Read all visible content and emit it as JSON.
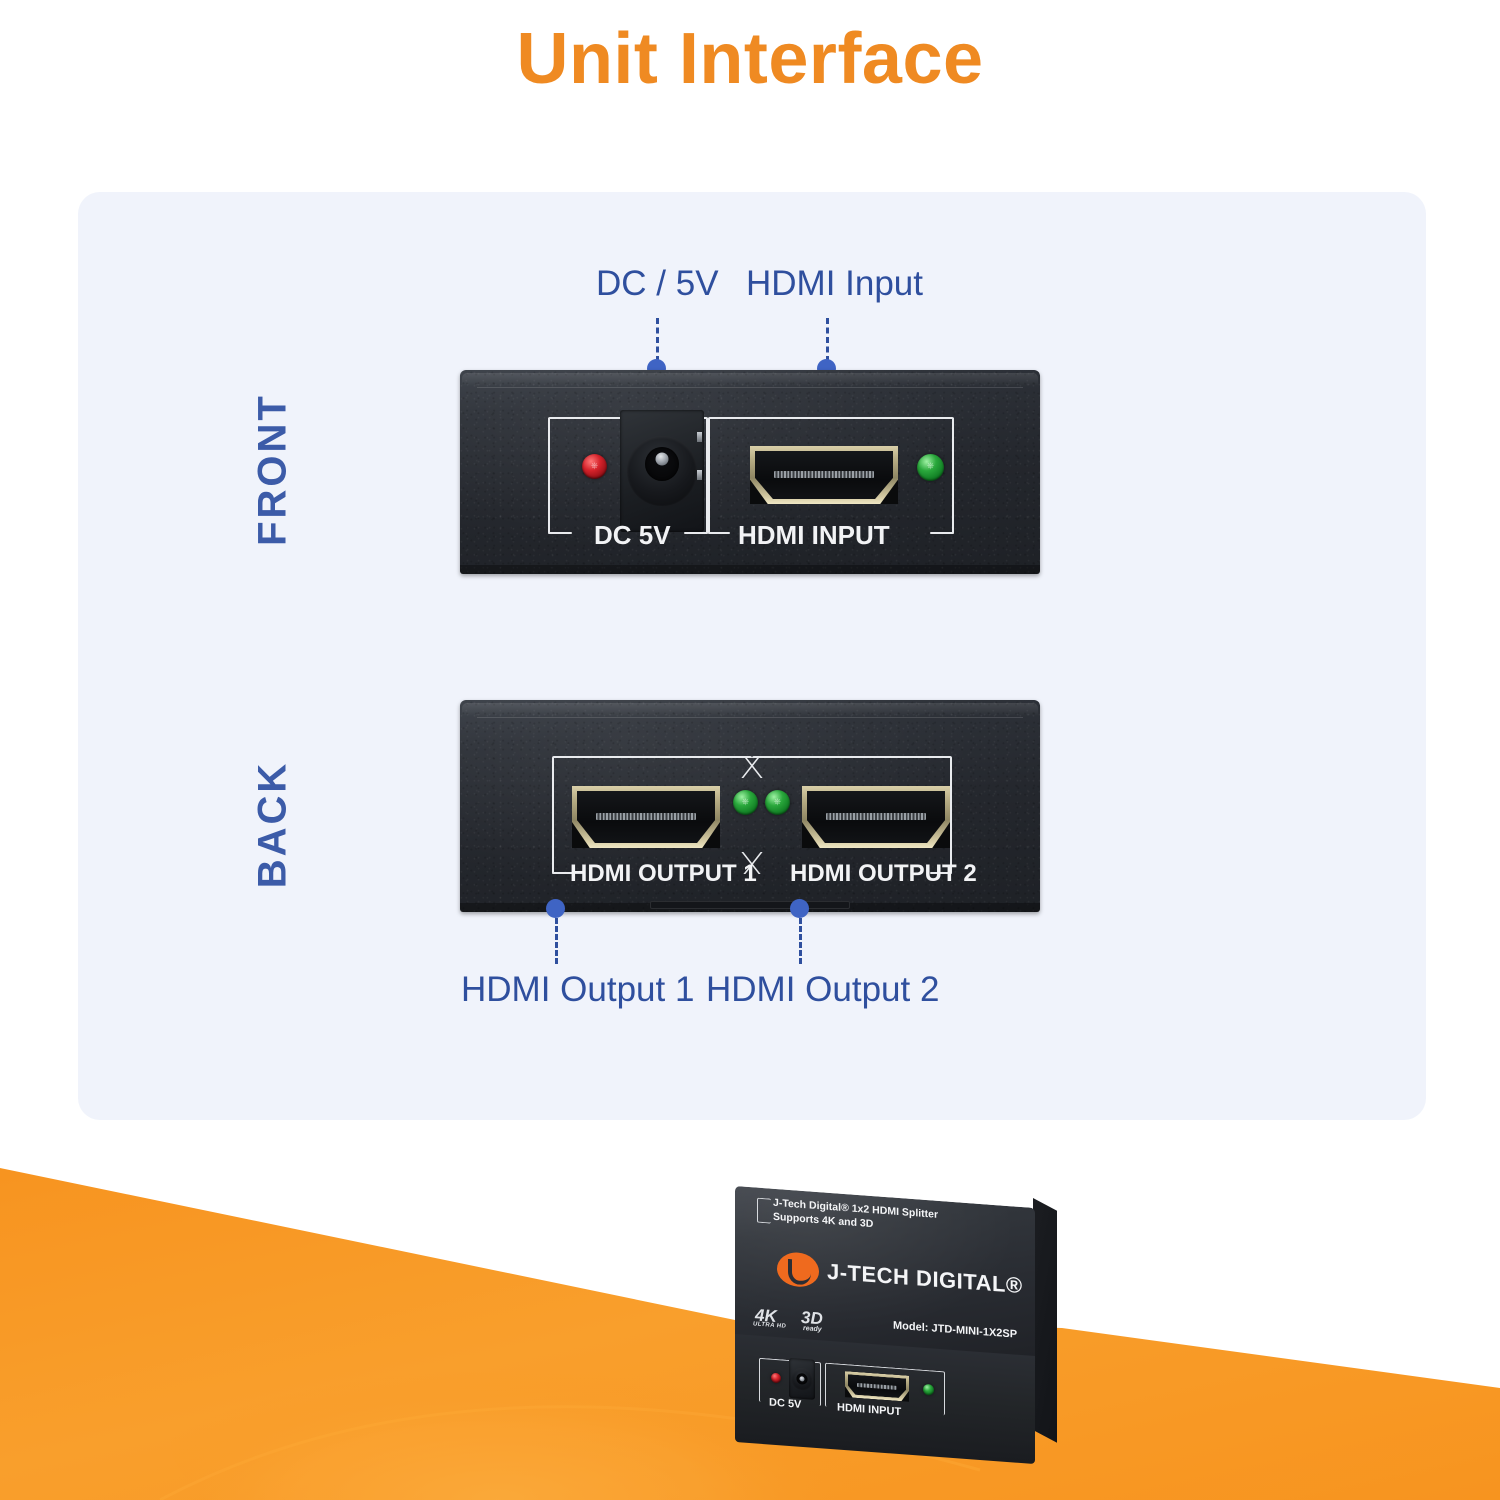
{
  "title": "Unit Interface",
  "theme": {
    "accent_orange": "#ef8a22",
    "label_blue": "#2f4f9e",
    "side_label_blue": "#3c5ba8",
    "panel_bg": "#f0f3fb",
    "band_orange": "#f79420",
    "led_red": "#d6232b",
    "led_green": "#2aa83c",
    "page_bg": "#ffffff"
  },
  "diagram": {
    "views": [
      {
        "key": "front",
        "label": "FRONT"
      },
      {
        "key": "back",
        "label": "BACK"
      }
    ],
    "callouts": [
      {
        "key": "dc5v",
        "label": "DC / 5V",
        "position": "above"
      },
      {
        "key": "hdmi_in",
        "label": "HDMI Input",
        "position": "above"
      },
      {
        "key": "out1",
        "label": "HDMI Output 1",
        "position": "below"
      },
      {
        "key": "out2",
        "label": "HDMI Output 2",
        "position": "below"
      }
    ],
    "front_panel": {
      "silk_labels": [
        {
          "key": "dc5v",
          "text": "DC 5V"
        },
        {
          "key": "hdmi_in",
          "text": "HDMI INPUT"
        }
      ],
      "leds": [
        {
          "key": "power-led",
          "color": "red",
          "glyph": "Ⓓ"
        },
        {
          "key": "status-led",
          "color": "green",
          "glyph": "Ⓓ"
        }
      ],
      "ports": [
        {
          "key": "dc-jack",
          "type": "barrel"
        },
        {
          "key": "hdmi-input",
          "type": "hdmi"
        }
      ]
    },
    "back_panel": {
      "silk_labels": [
        {
          "key": "out1",
          "text": "HDMI OUTPUT 1"
        },
        {
          "key": "out2",
          "text": "HDMI OUTPUT 2"
        }
      ],
      "leds": [
        {
          "key": "out1-led",
          "color": "green",
          "glyph": "Ⓓ"
        },
        {
          "key": "out2-led",
          "color": "green",
          "glyph": "Ⓓ"
        }
      ],
      "ports": [
        {
          "key": "hdmi-output-1",
          "type": "hdmi"
        },
        {
          "key": "hdmi-output-2",
          "type": "hdmi"
        }
      ]
    }
  },
  "product": {
    "top_line_1": "J-Tech Digital® 1x2 HDMI Splitter",
    "top_line_2": "Supports 4K and 3D",
    "brand": "J-TECH DIGITAL®",
    "badge_4k": "4K",
    "badge_4k_sub": "ULTRA HD",
    "badge_3d": "3D",
    "badge_3d_sub": "ready",
    "model": "Model: JTD-MINI-1X2SP",
    "front_silk": [
      {
        "key": "dc5v",
        "text": "DC 5V"
      },
      {
        "key": "hdmi_in",
        "text": "HDMI INPUT"
      }
    ]
  }
}
